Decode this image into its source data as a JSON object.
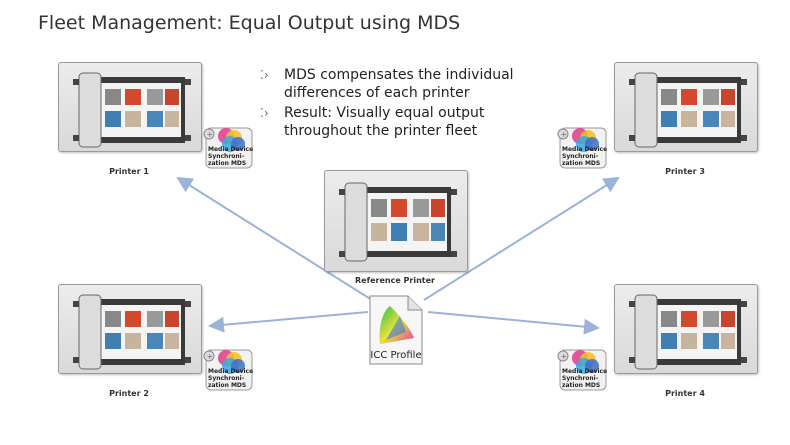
{
  "title": "Fleet Management: Equal Output using MDS",
  "bullets": [
    "MDS compensates the individual differences of each printer",
    "Result: Visually equal output throughout the printer fleet"
  ],
  "printers": {
    "p1": {
      "label": "Printer 1"
    },
    "p2": {
      "label": "Printer 2"
    },
    "p3": {
      "label": "Printer 3"
    },
    "p4": {
      "label": "Printer 4"
    },
    "ref": {
      "label": "Reference Printer"
    }
  },
  "mds_badge": {
    "label": "Media Device Synchroni-zation MDS"
  },
  "icc": {
    "label": "ICC Profile"
  },
  "colors": {
    "arrow": "#9bb3d8",
    "title": "#333333"
  }
}
